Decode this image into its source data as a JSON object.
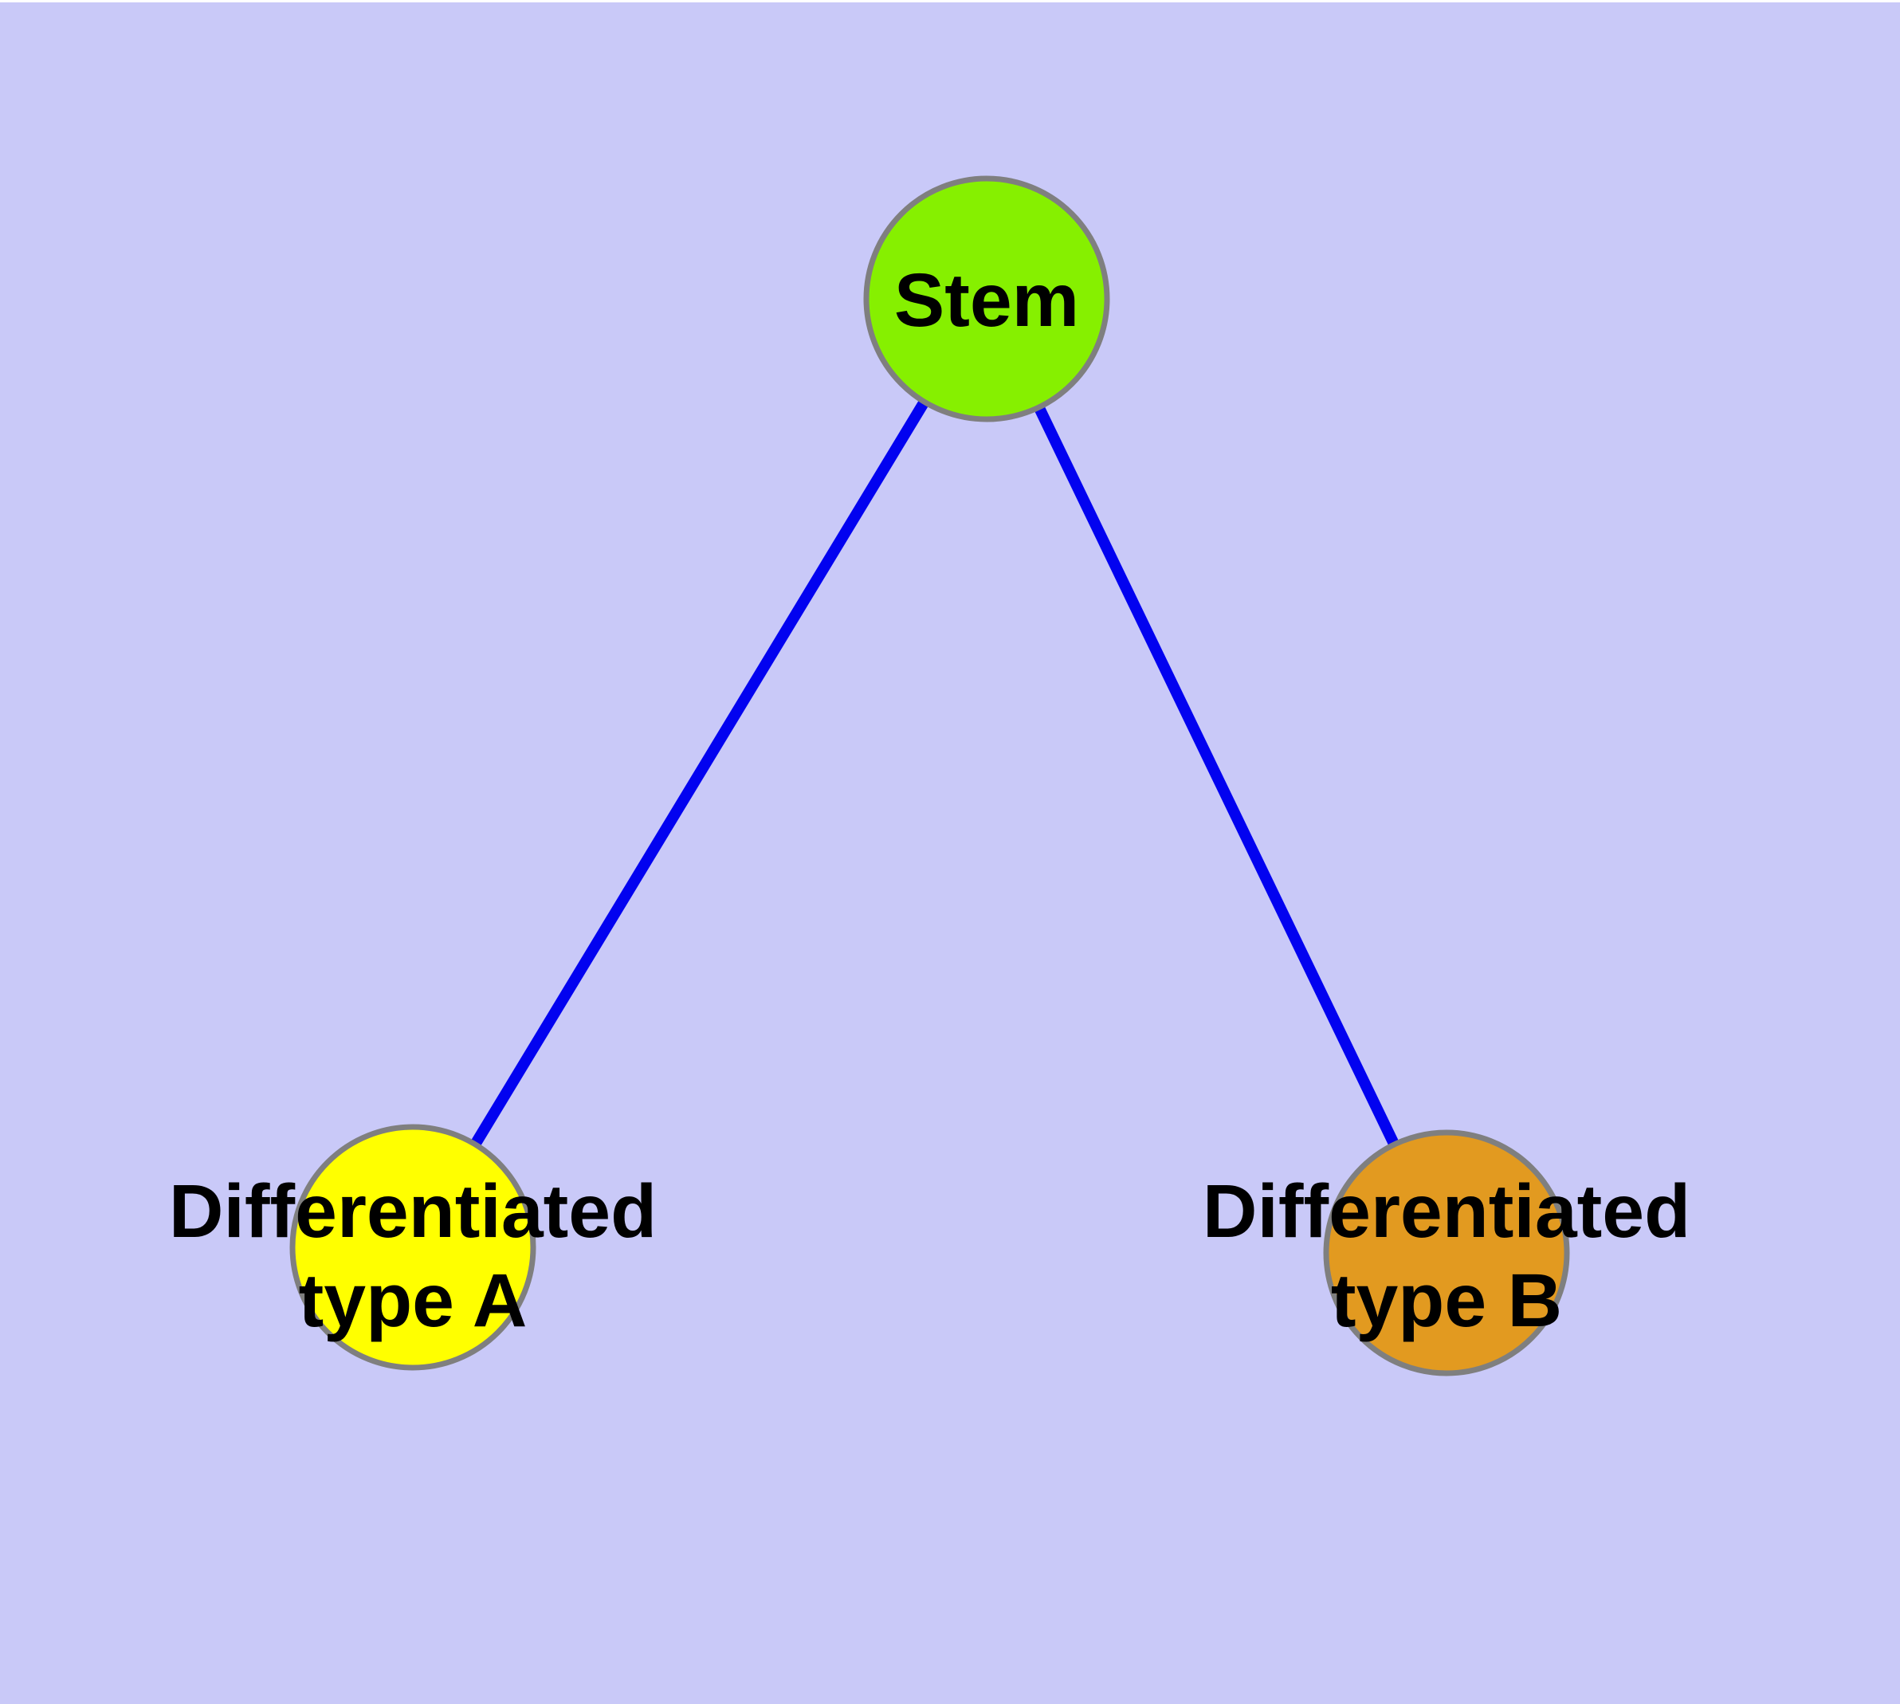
{
  "diagram": {
    "type": "node-link-graph",
    "background_color": "#C9C9F8",
    "top_margin_color": "#FFFFFF",
    "edge_color": "#0202F0",
    "node_border_color": "#7F7F7F",
    "text_color": "#000000",
    "nodes": [
      {
        "id": "stem",
        "label": "Stem",
        "line1": "Stem",
        "color": "#86F000"
      },
      {
        "id": "differentiated-type-a",
        "label": "Differentiated type A",
        "line1": "Differentiated",
        "line2": "type A",
        "color": "#FFFF00"
      },
      {
        "id": "differentiated-type-b",
        "label": "Differentiated type B",
        "line1": "Differentiated",
        "line2": "type B",
        "color": "#E29A20"
      }
    ],
    "edges": [
      {
        "from": "Stem",
        "to": "Differentiated type A"
      },
      {
        "from": "Stem",
        "to": "Differentiated type B"
      }
    ]
  }
}
